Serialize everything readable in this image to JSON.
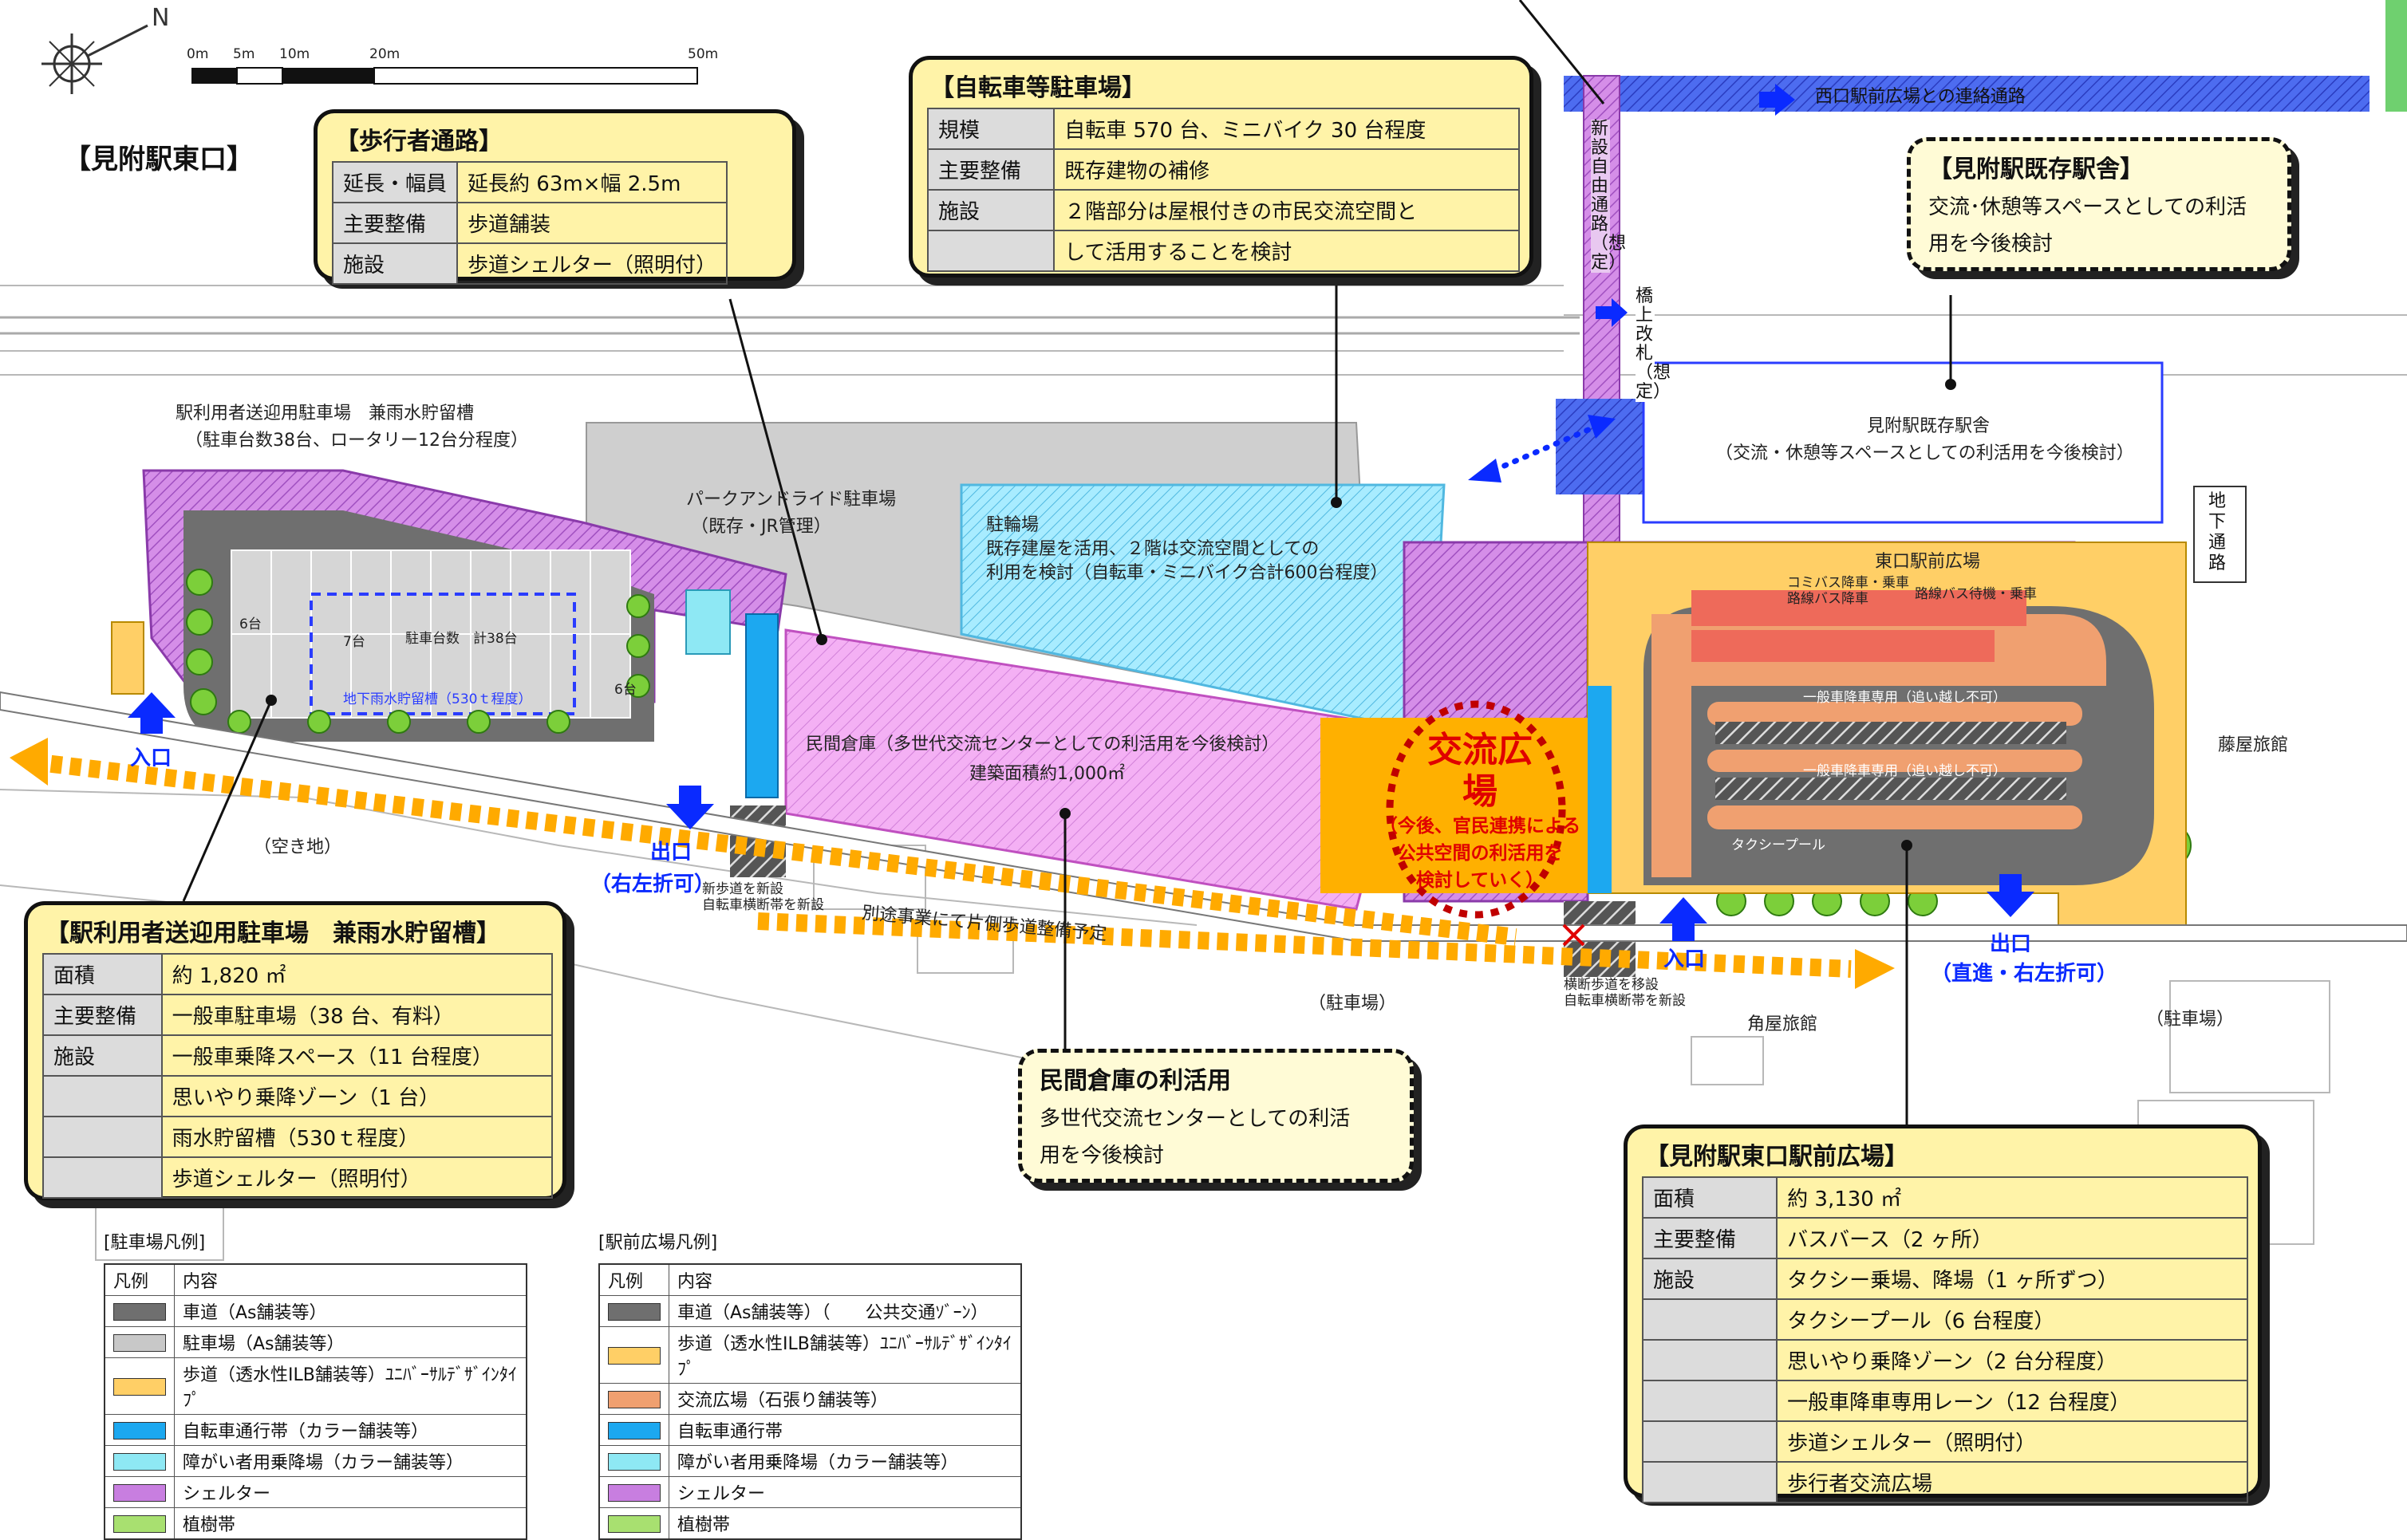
{
  "title": "【見附駅東口】",
  "scale_bar": {
    "labels": [
      "0m",
      "5m",
      "10m",
      "20m",
      "50m"
    ]
  },
  "colors": {
    "road": "#6f6f6f",
    "parking": "#c8c8c8",
    "sidewalk": "#ffcf66",
    "plaza": "#f0a070",
    "bike_lane": "#1ca8f0",
    "accessible": "#8ee8f4",
    "shelter": "#c87ee0",
    "planting": "#a8e070",
    "warehouse": "#f4a8f4",
    "bus_lane": "#ee6a5a",
    "callout_yellow": "#fff3a8",
    "callout_light": "#fffbd6"
  },
  "callouts": {
    "pedestrian": {
      "head": "【歩行者通路】",
      "rows": [
        {
          "k": "延長・幅員",
          "v": "延長約 63m×幅 2.5m"
        },
        {
          "k": "主要整備",
          "v": "歩道舗装"
        },
        {
          "k": "施設",
          "v": "歩道シェルター（照明付）"
        }
      ]
    },
    "bicycle": {
      "head": "【自転車等駐車場】",
      "rows": [
        {
          "k": "規模",
          "v": "自転車 570 台、ミニバイク 30 台程度"
        },
        {
          "k": "主要整備",
          "v": "既存建物の補修"
        },
        {
          "k": "施設",
          "v": "２階部分は屋根付きの市民交流空間と"
        },
        {
          "k": "",
          "v": "して活用することを検討"
        }
      ]
    },
    "existing_station": {
      "head": "【見附駅既存駅舎】",
      "body": [
        "交流･休憩等スペースとしての利活",
        "用を今後検討"
      ]
    },
    "parking": {
      "head": "【駅利用者送迎用駐車場　兼雨水貯留槽】",
      "rows": [
        {
          "k": "面積",
          "v": "約 1,820 ㎡"
        },
        {
          "k": "主要整備",
          "v": "一般車駐車場（38 台、有料）"
        },
        {
          "k": "施設",
          "v": "一般車乗降スペース（11 台程度）"
        },
        {
          "k": "",
          "v": "思いやり乗降ゾーン（1 台）"
        },
        {
          "k": "",
          "v": "雨水貯留槽（530ｔ程度）"
        },
        {
          "k": "",
          "v": "歩道シェルター（照明付）"
        }
      ]
    },
    "warehouse": {
      "head": "民間倉庫の利活用",
      "body": [
        "多世代交流センターとしての利活",
        "用を今後検討"
      ]
    },
    "plaza": {
      "head": "【見附駅東口駅前広場】",
      "rows": [
        {
          "k": "面積",
          "v": "約 3,130 ㎡"
        },
        {
          "k": "主要整備",
          "v": "バスバース（2 ヶ所）"
        },
        {
          "k": "施設",
          "v": "タクシー乗場、降場（1 ヶ所ずつ）"
        },
        {
          "k": "",
          "v": "タクシープール（6 台程度）"
        },
        {
          "k": "",
          "v": "思いやり乗降ゾーン（2 台分程度）"
        },
        {
          "k": "",
          "v": "一般車降車専用レーン（12 台程度）"
        },
        {
          "k": "",
          "v": "歩道シェルター（照明付）"
        },
        {
          "k": "",
          "v": "歩行者交流広場"
        }
      ]
    }
  },
  "map_labels": {
    "west_link": "西口駅前広場との連絡通路",
    "free_passage": "新設自由通路（想定）",
    "gate": "橋上改札（想定）",
    "existing_station": "見附駅既存駅舎",
    "existing_station_sub": "（交流・休憩等スペースとしての利活用を今後検討）",
    "pickup_parking": "駅利用者送迎用駐車場　兼雨水貯留槽",
    "pickup_parking_sub": "（駐車台数38台、ロータリー12台分程度）",
    "park_and_ride": "パークアンドライド駐車場",
    "park_and_ride_sub": "（既存・JR管理）",
    "bike_parking": "駐輪場",
    "bike_parking_sub1": "既存建屋を活用、２階は交流空間としての",
    "bike_parking_sub2": "利用を検討（自転車・ミニバイク合計600台程度）",
    "east_plaza": "東口駅前広場",
    "warehouse": "民間倉庫（多世代交流センターとしての利活用を今後検討）",
    "warehouse_area": "建築面積約1,000㎡",
    "exchange_plaza": "交流広場",
    "exchange_plaza_sub": [
      "（今後、官民連携による",
      "公共空間の利活用を",
      "検討していく）"
    ],
    "vacant": "（空き地）",
    "sidewalk_note": "別途事業にて片側歩道整備予定",
    "parking_lot1": "（駐車場）",
    "parking_lot2": "（駐車場）",
    "kadoya": "角屋旅館",
    "fujiya": "藤屋旅館",
    "underpass": "地下通路",
    "rain_tank": "地下雨水貯留槽（530ｔ程度）",
    "stalls_6": "6台",
    "stalls_7": "7台",
    "stalls_total": "駐車台数　計38台",
    "bus_board": "路線バス待機・乗車",
    "community_bus": "コミバス降車・乗車",
    "route_bus": "路線バス降車",
    "general_lane1": "一般車降車専用（追い越し不可）",
    "general_lane2": "一般車降車専用（追い越し不可）",
    "taxi_pool": "タクシープール",
    "entrance_left": "入口",
    "exit_left": "出口",
    "exit_left_sub": "（右左折可）",
    "entrance_right": "入口",
    "exit_right": "出口",
    "exit_right_sub": "（直進・右左折可）",
    "crossing_note1": "新歩道を新設",
    "crossing_note2": "自転車横断帯を新設",
    "crossing_note3": "横断歩道を移設",
    "crossing_note4": "自転車横断帯を新設"
  },
  "legends": {
    "parking": {
      "title": "[駐車場凡例]",
      "header": [
        "凡例",
        "内容"
      ],
      "rows": [
        {
          "swatch": "#6f6f6f",
          "text": "車道（As舗装等）"
        },
        {
          "swatch": "#c8c8c8",
          "text": "駐車場（As舗装等）"
        },
        {
          "swatch": "#ffcf66",
          "text": "歩道（透水性ILB舗装等）ﾕﾆﾊﾞｰｻﾙﾃﾞｻﾞｲﾝﾀｲﾌﾟ"
        },
        {
          "swatch": "#1ca8f0",
          "text": "自転車通行帯（カラー舗装等）"
        },
        {
          "swatch": "#8ee8f4",
          "text": "障がい者用乗降場（カラー舗装等）"
        },
        {
          "swatch": "#c87ee0",
          "text": "シェルター"
        },
        {
          "swatch": "#a8e070",
          "text": "植樹帯"
        }
      ]
    },
    "plaza": {
      "title": "[駅前広場凡例]",
      "header": [
        "凡例",
        "内容"
      ],
      "rows": [
        {
          "swatch": "#6f6f6f",
          "text": "車道（As舗装等）（　　公共交通ｿﾞｰﾝ）"
        },
        {
          "swatch": "#ffcf66",
          "text": "歩道（透水性ILB舗装等）ﾕﾆﾊﾞｰｻﾙﾃﾞｻﾞｲﾝﾀｲﾌﾟ"
        },
        {
          "swatch": "#f0a070",
          "text": "交流広場（石張り舗装等）"
        },
        {
          "swatch": "#1ca8f0",
          "text": "自転車通行帯"
        },
        {
          "swatch": "#8ee8f4",
          "text": "障がい者用乗降場（カラー舗装等）"
        },
        {
          "swatch": "#c87ee0",
          "text": "シェルター"
        },
        {
          "swatch": "#a8e070",
          "text": "植樹帯"
        }
      ]
    }
  }
}
